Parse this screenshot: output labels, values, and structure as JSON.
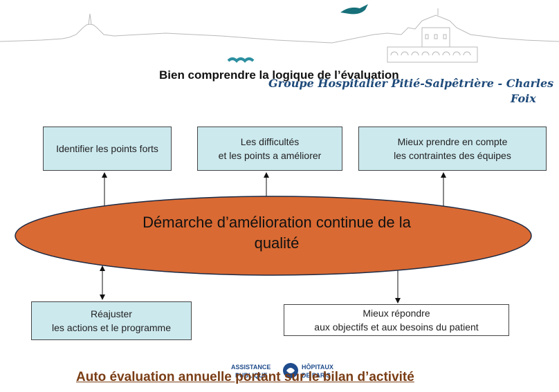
{
  "header": {
    "title": "Bien comprendre la logique de l’évaluation",
    "hospital_name_line1": "Groupe Hospitalier Pitié-Salpêtrière - Charles",
    "hospital_name_line2": "Foix"
  },
  "boxes": {
    "top_left": "Identifier les points forts",
    "top_middle": "Les difficultés\net les points a améliorer",
    "top_right": "Mieux prendre en compte\nles contraintes des équipes",
    "bottom_left": "Réajuster\nles actions et le programme",
    "bottom_right": "Mieux répondre\naux objectifs et aux besoins du patient"
  },
  "center": {
    "label": "Démarche d’amélioration continue de la\nqualité"
  },
  "footer": {
    "link_text": "Auto évaluation annuelle portant sur le bilan d’activité",
    "logo_left_line1": "ASSISTANCE",
    "logo_left_line2": "PUBLIQUE",
    "logo_right_line1": "HÔPITAUX",
    "logo_right_line2": "DE PARIS"
  },
  "colors": {
    "box_fill": "#cce9ee",
    "ellipse_fill": "#d96a33",
    "accent_blue": "#1e4a7a"
  }
}
